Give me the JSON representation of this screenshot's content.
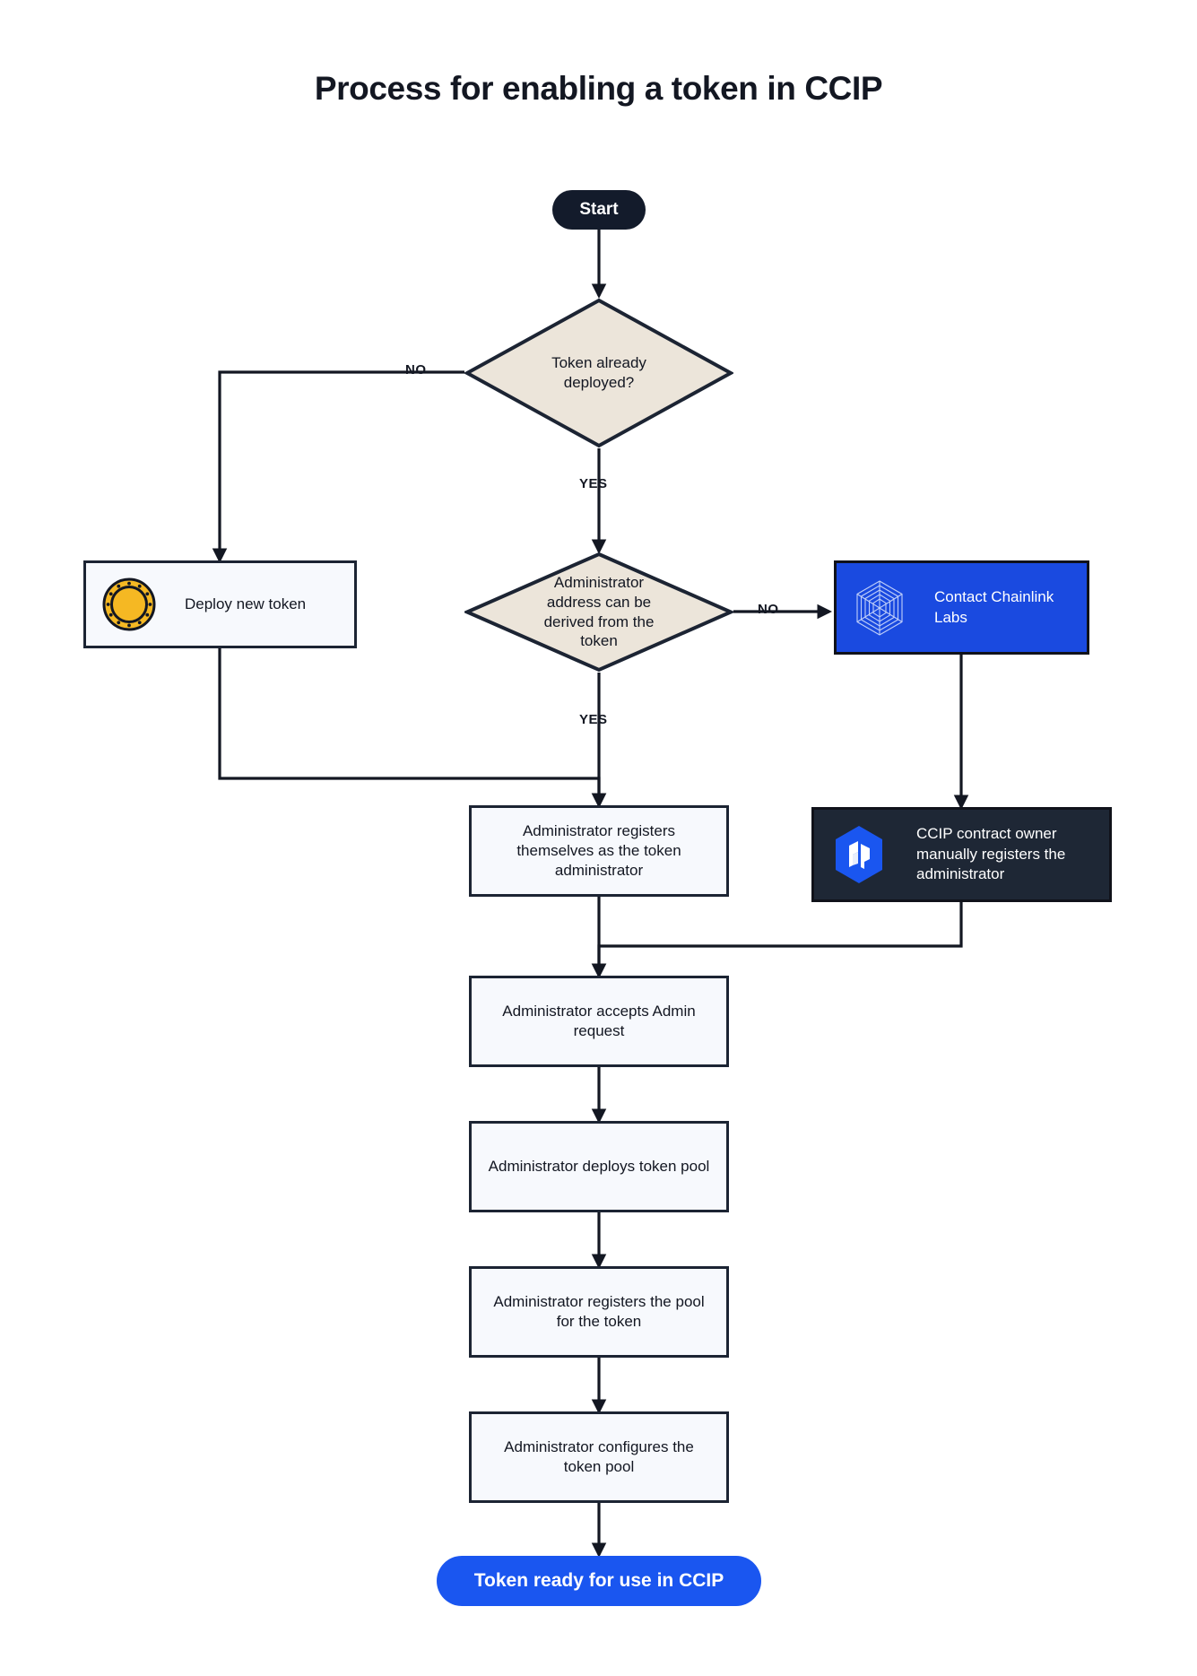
{
  "title": "Process for enabling a token in CCIP",
  "colors": {
    "background": "#ffffff",
    "stroke": "#1c2433",
    "rect_fill": "#f7f9fd",
    "diamond_fill": "#ece5da",
    "start_fill": "#131b2b",
    "end_fill": "#1a56f0",
    "chainlink_blue": "#1a4ae0",
    "ccip_dark": "#1e2735",
    "ccip_logo_blue": "#1a56f0",
    "coin_gold": "#f5b823",
    "text_dark": "#131722",
    "text_light": "#ffffff"
  },
  "nodes": {
    "start": {
      "label": "Start",
      "shape": "pill"
    },
    "decision_token_deployed": {
      "label": "Token already deployed?",
      "shape": "diamond"
    },
    "deploy_new_token": {
      "label": "Deploy new token",
      "shape": "rect",
      "icon": "gold-coin-icon"
    },
    "decision_admin_derived": {
      "label": "Administrator address can be derived from the token",
      "shape": "diamond"
    },
    "contact_chainlink_labs": {
      "label": "Contact Chainlink Labs",
      "shape": "rect",
      "icon": "chainlink-logo-icon"
    },
    "admin_registers_self": {
      "label": "Administrator registers themselves as the token administrator",
      "shape": "rect"
    },
    "ccip_owner_registers": {
      "label": "CCIP contract owner manually registers the administrator",
      "shape": "rect",
      "icon": "ccip-logo-icon"
    },
    "admin_accepts_request": {
      "label": "Administrator accepts Admin request",
      "shape": "rect"
    },
    "admin_deploys_pool": {
      "label": "Administrator deploys token pool",
      "shape": "rect"
    },
    "admin_registers_pool": {
      "label": "Administrator registers the pool for the token",
      "shape": "rect"
    },
    "admin_configures_pool": {
      "label": "Administrator configures the token pool",
      "shape": "rect"
    },
    "end": {
      "label": "Token ready for use in CCIP",
      "shape": "pill"
    }
  },
  "edge_labels": {
    "no_token_deployed": "NO",
    "yes_token_deployed": "YES",
    "no_admin_derived": "NO",
    "yes_admin_derived": "YES"
  }
}
